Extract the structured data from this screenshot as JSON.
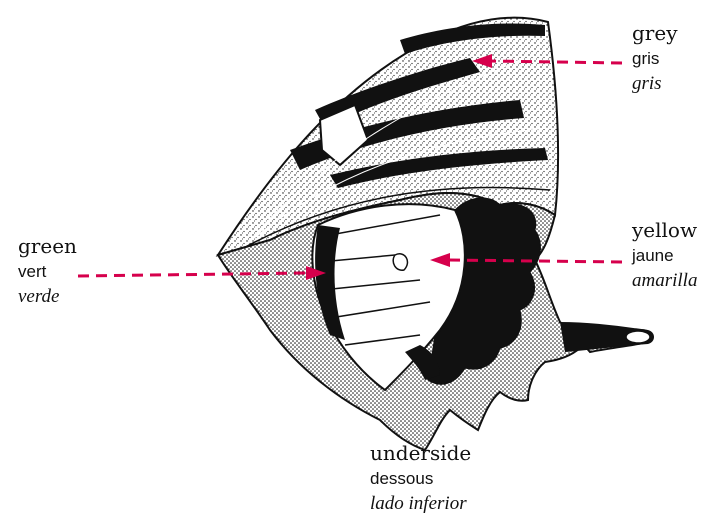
{
  "labels": {
    "grey": {
      "en": "grey",
      "fr": "gris",
      "es": "gris"
    },
    "green": {
      "en": "green",
      "fr": "vert",
      "es": "verde"
    },
    "yellow": {
      "en": "yellow",
      "fr": "jaune",
      "es": "amarilla"
    },
    "underside": {
      "en": "underside",
      "fr": "dessous",
      "es": "lado inferior"
    }
  },
  "colors": {
    "arrow": "#d6004c",
    "ink": "#111111",
    "wing_fill": "#ffffff"
  },
  "illustration": "butterfly-hindwing-underside"
}
